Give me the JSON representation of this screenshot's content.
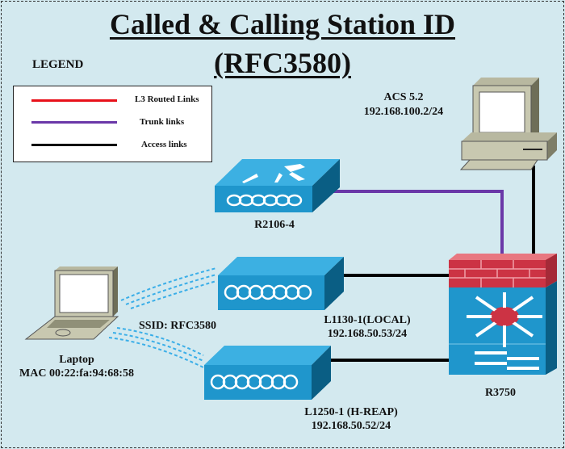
{
  "title": {
    "line1": "Called & Calling Station ID",
    "line2": "(RFC3580)"
  },
  "legend": {
    "title": "LEGEND",
    "items": [
      {
        "label": "L3 Routed Links",
        "color": "#e8101a"
      },
      {
        "label": "Trunk links",
        "color": "#6a38a8"
      },
      {
        "label": "Access links",
        "color": "#000000"
      }
    ]
  },
  "nodes": {
    "acs": {
      "name": "ACS 5.2",
      "ip": "192.168.100.2/24",
      "icon": "workstation-icon"
    },
    "router": {
      "name": "R2106-4",
      "icon": "router-icon"
    },
    "switch": {
      "name": "R3750",
      "icon": "multilayer-switch-firewall-icon"
    },
    "ap1": {
      "name": "L1130-1(LOCAL)",
      "ip": "192.168.50.53/24",
      "icon": "access-point-icon"
    },
    "ap2": {
      "name": "L1250-1 (H-REAP)",
      "ip": "192.168.50.52/24",
      "icon": "access-point-icon"
    },
    "laptop": {
      "name": "Laptop",
      "mac": "MAC 00:22:fa:94:68:58",
      "icon": "laptop-icon"
    },
    "ssid": "SSID: RFC3580"
  },
  "links": [
    {
      "from": "R2106-4",
      "to": "R3750",
      "type": "trunk"
    },
    {
      "from": "ACS 5.2",
      "to": "R3750",
      "type": "access"
    },
    {
      "from": "L1130-1(LOCAL)",
      "to": "R3750",
      "type": "access"
    },
    {
      "from": "L1250-1 (H-REAP)",
      "to": "R3750",
      "type": "access"
    },
    {
      "from": "Laptop",
      "to": "L1130-1(LOCAL)",
      "type": "wireless"
    },
    {
      "from": "Laptop",
      "to": "L1250-1 (H-REAP)",
      "type": "wireless"
    }
  ],
  "colors": {
    "background": "#d3e9ef",
    "device_blue": "#1f96cc",
    "device_top": "#3cb0e2",
    "device_side": "#0a5e84",
    "firewall_red": "#cc3344",
    "trunk": "#6a38a8",
    "access": "#000000"
  }
}
